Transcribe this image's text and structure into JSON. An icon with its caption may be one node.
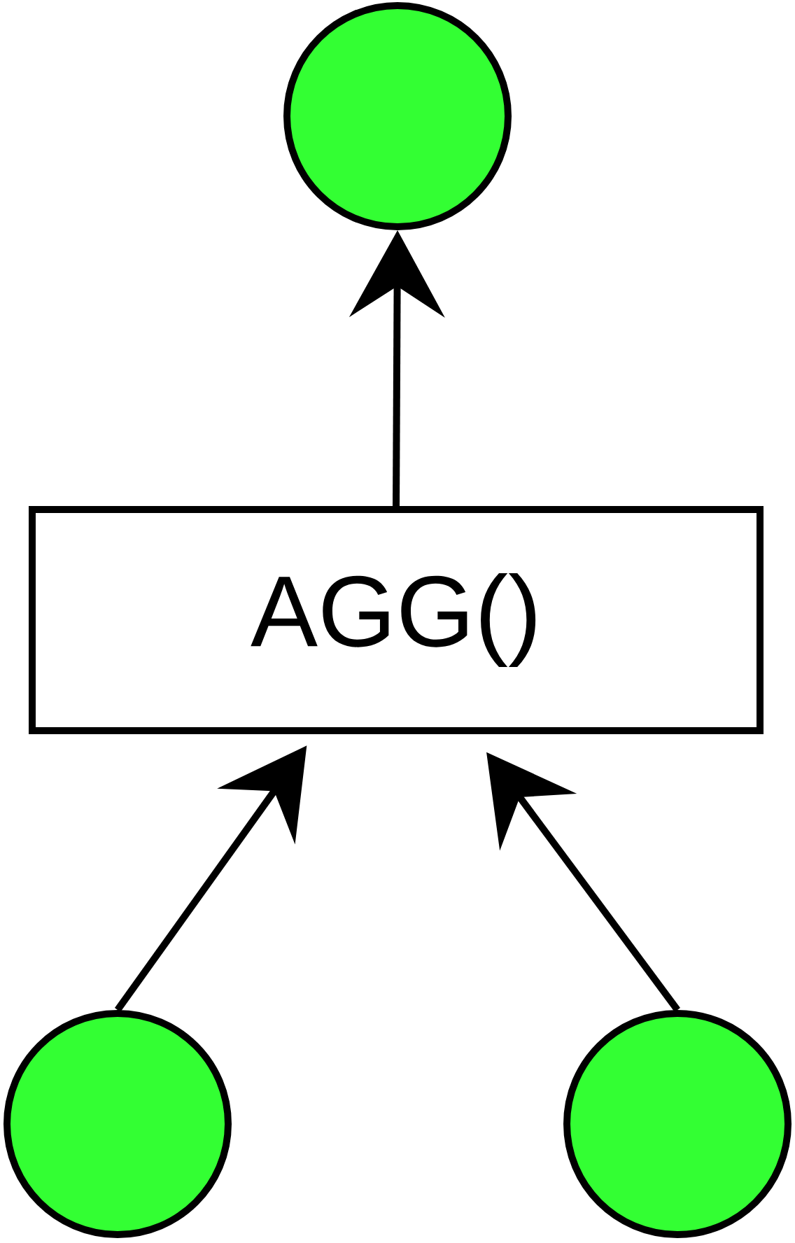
{
  "diagram": {
    "nodes": [
      {
        "text": [],
        "shape": "circle"
      },
      {
        "text": [
          "AGG()"
        ]
      },
      {
        "text": [],
        "shape": "circle"
      },
      {
        "text": [],
        "shape": "circle"
      }
    ],
    "edges": [
      {
        "from": 1,
        "to": 0,
        "arrow": "to"
      },
      {
        "from": 2,
        "to": 1,
        "arrow": "to"
      },
      {
        "from": 3,
        "to": 1,
        "arrow": "to"
      }
    ]
  }
}
